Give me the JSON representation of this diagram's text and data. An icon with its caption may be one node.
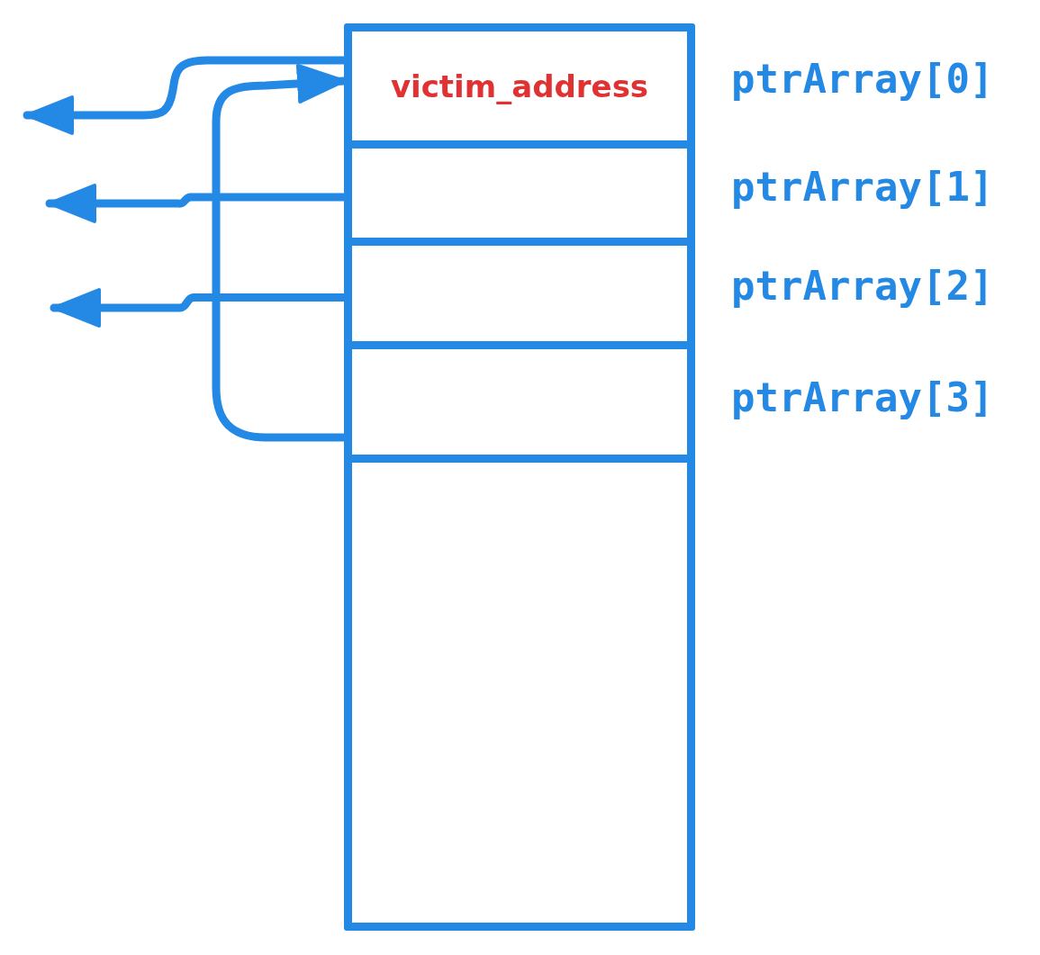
{
  "diagram": {
    "nodes": [
      {
        "text": [],
        "shape": "box"
      },
      {
        "text": [
          "victim_address"
        ],
        "in": 0,
        "beside": [
          "ptrArray[0]"
        ]
      },
      {
        "text": [],
        "shape": "box",
        "in": 0,
        "beside": [
          "ptrArray[1]"
        ]
      },
      {
        "text": [],
        "shape": "box",
        "in": 0,
        "beside": [
          "ptrArray[2]"
        ]
      },
      {
        "text": [],
        "shape": "box",
        "in": 0,
        "beside": [
          "ptrArray[3]"
        ]
      }
    ],
    "edges": [
      {
        "from": 1,
        "to": null,
        "arrow": "to"
      },
      {
        "from": 2,
        "to": null,
        "arrow": "to"
      },
      {
        "from": 3,
        "to": null,
        "arrow": "to"
      },
      {
        "from": 4,
        "to": 1,
        "arrow": "to"
      }
    ]
  }
}
